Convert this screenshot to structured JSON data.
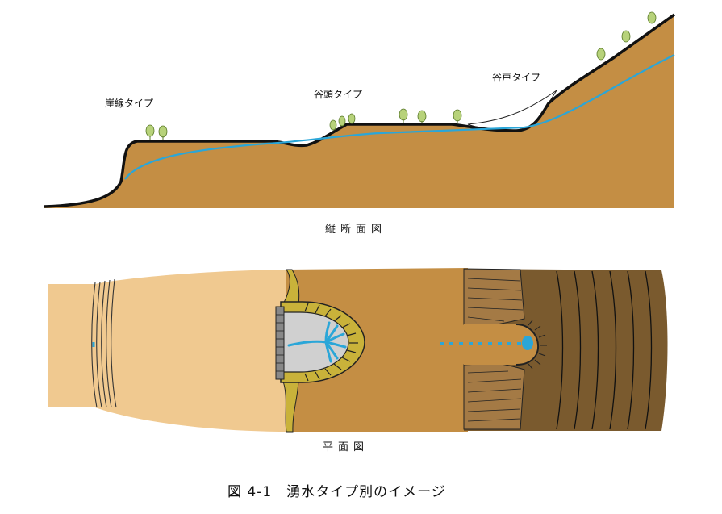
{
  "labels": {
    "gake": "崖線タイプ",
    "yato_head": "谷頭タイプ",
    "yato": "谷戸タイプ"
  },
  "captions": {
    "section": "縦断面図",
    "plan": "平面図"
  },
  "figure_caption": "図 4-1　湧水タイプ別のイメージ",
  "colors": {
    "soil": "#c48e44",
    "soil_light": "#f0c990",
    "soil_dark": "#7a5a2e",
    "water": "#2aa6d8",
    "tree": "#b7d27a",
    "hatch": "#c9b23a",
    "pond": "#d0d0d0"
  }
}
